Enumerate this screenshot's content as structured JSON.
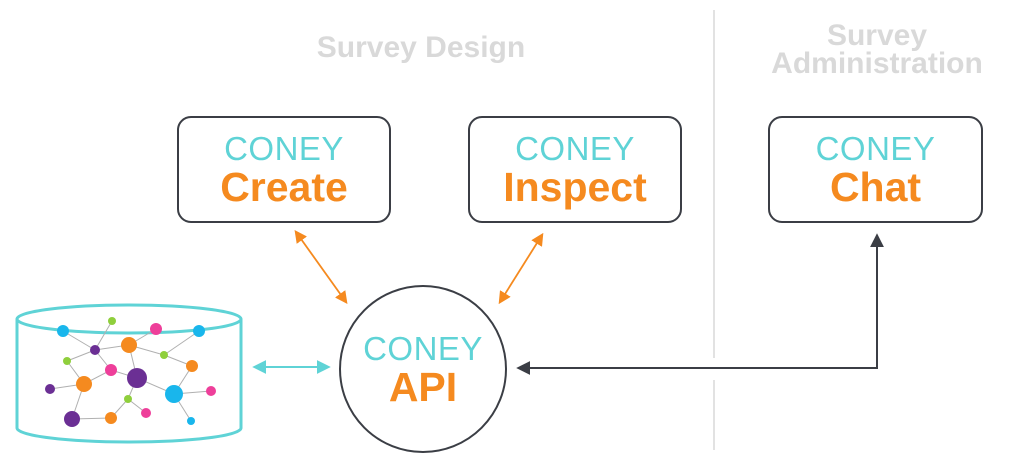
{
  "sections": {
    "design_title": "Survey Design",
    "admin_title_line1": "Survey",
    "admin_title_line2": "Administration"
  },
  "components": {
    "create": {
      "brand": "CONEY",
      "name": "Create"
    },
    "inspect": {
      "brand": "CONEY",
      "name": "Inspect"
    },
    "chat": {
      "brand": "CONEY",
      "name": "Chat"
    },
    "api": {
      "brand": "CONEY",
      "name": "API"
    }
  },
  "colors": {
    "brand_teal": "#5fd3d6",
    "accent_orange": "#f58a1f",
    "outline_dark": "#3b3e45",
    "section_title_gray": "#d9d9d9",
    "divider_gray": "#e2e2e2",
    "node_blue": "#19b6ec",
    "node_purple": "#6b2f94",
    "node_pink": "#ee3f9a",
    "node_green": "#8fcf3c"
  },
  "icons": {
    "database": "graph-database-icon"
  }
}
